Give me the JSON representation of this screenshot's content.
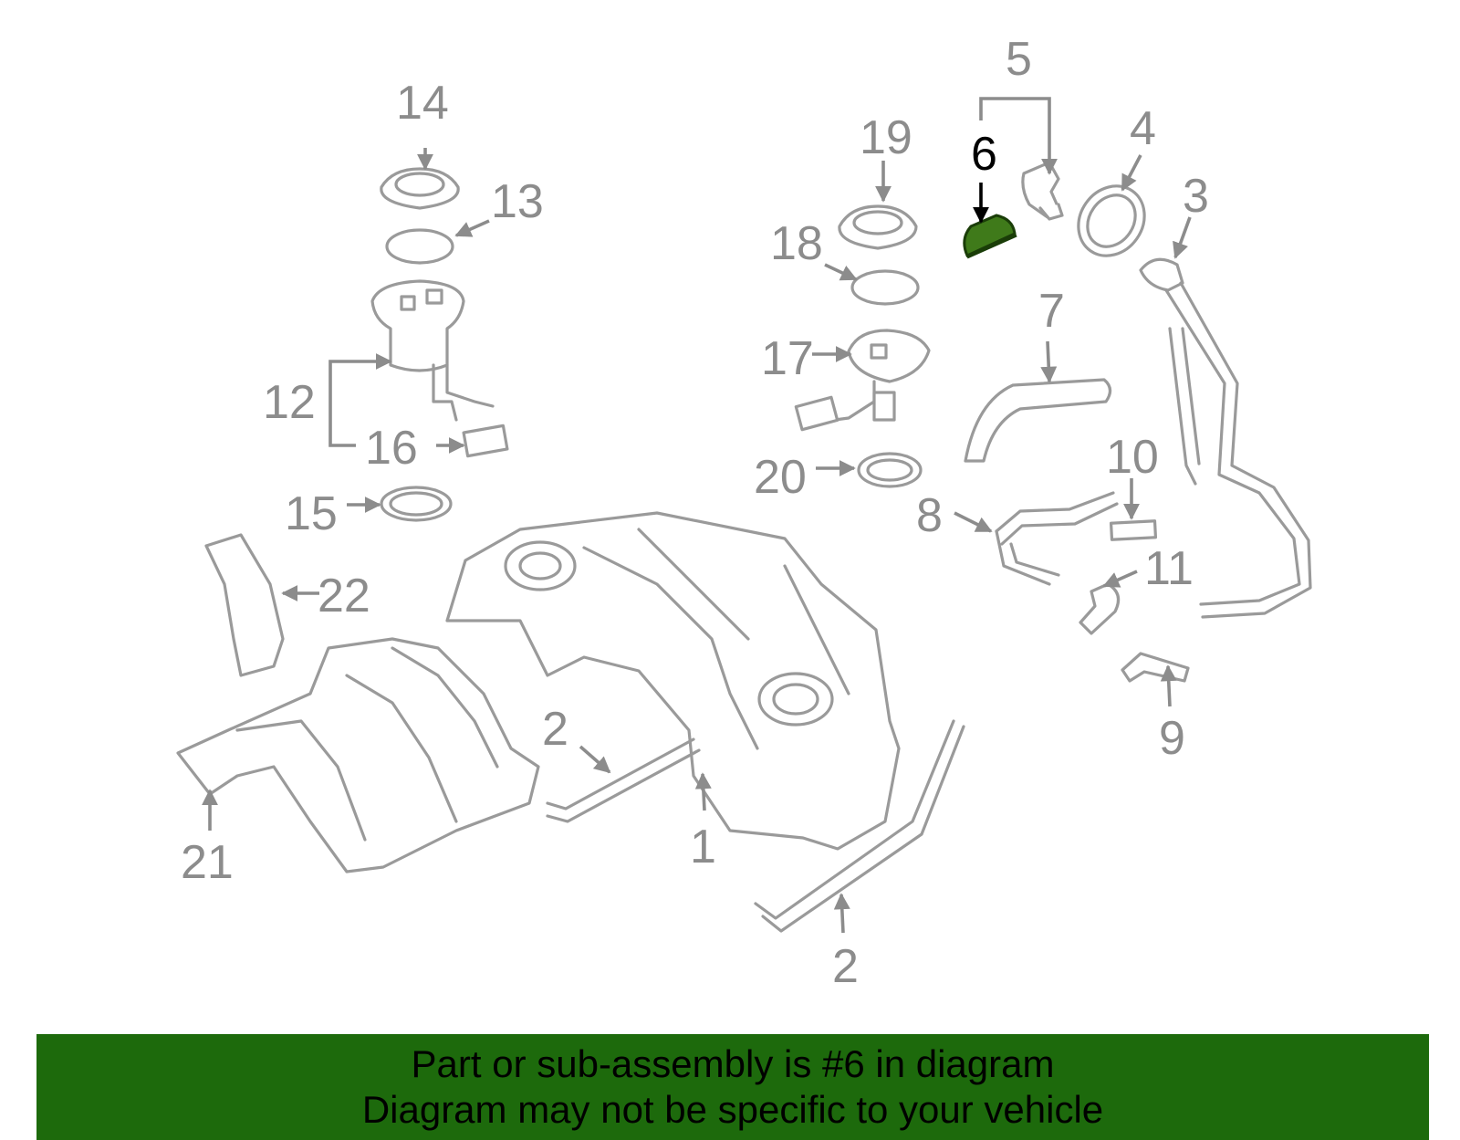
{
  "diagram": {
    "highlight_color": "#3f7a1a",
    "line_color": "#9a9a9a",
    "callouts": [
      "1",
      "2",
      "2",
      "3",
      "4",
      "5",
      "6",
      "7",
      "8",
      "9",
      "10",
      "11",
      "12",
      "13",
      "14",
      "15",
      "16",
      "17",
      "18",
      "19",
      "20",
      "21",
      "22"
    ],
    "highlighted_callout": "6"
  },
  "banner": {
    "line1": "Part or sub-assembly is #6 in diagram",
    "line2": "Diagram may not be specific to your vehicle",
    "background_color": "#1d6a0c"
  }
}
